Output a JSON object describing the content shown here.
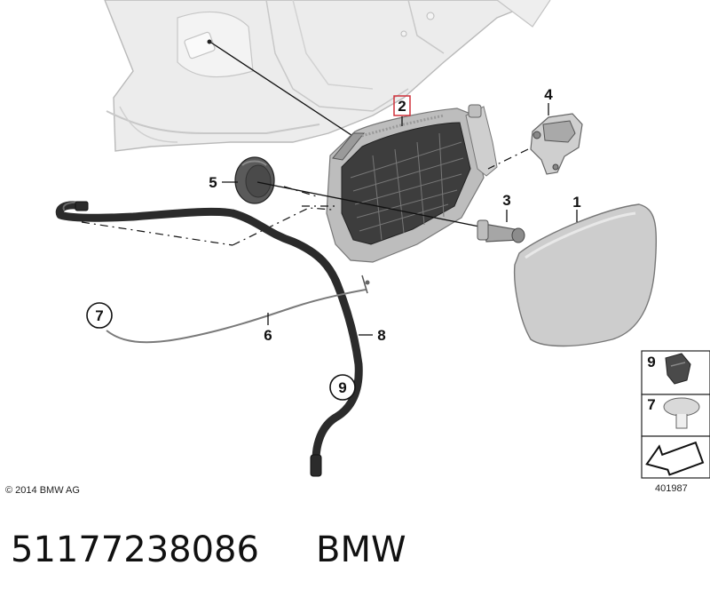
{
  "diagram": {
    "callouts": {
      "c1": "1",
      "c2": "2",
      "c3": "3",
      "c4": "4",
      "c5": "5",
      "c6": "6",
      "c7": "7",
      "c8": "8",
      "c9": "9"
    },
    "legend": {
      "item_9": "9",
      "item_7": "7"
    },
    "copyright": "© 2014 BMW AG",
    "diagram_number": "401987",
    "part_number": "51177238086",
    "brand": "BMW",
    "highlight_color": "#d0313a"
  }
}
